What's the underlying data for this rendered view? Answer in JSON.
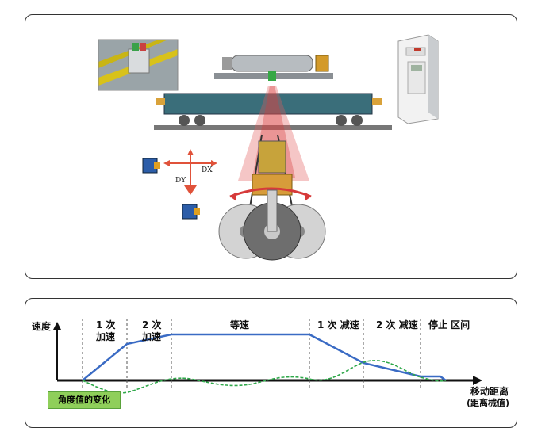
{
  "top_diagram": {
    "sensor_label_dy": "DY",
    "sensor_label_dx": "DX"
  },
  "speed_diagram": {
    "y_axis_label": "速度",
    "x_axis_label_line1": "移动距离",
    "x_axis_label_line2": "(距离械值)",
    "angle_change_label": "角度值的变化",
    "phases": [
      {
        "line1": "1 次",
        "line2": "加速"
      },
      {
        "line1": "2 次",
        "line2": "加速"
      },
      {
        "line1": "等速",
        "line2": ""
      },
      {
        "line1": "1 次 减速",
        "line2": ""
      },
      {
        "line1": "2 次 减速",
        "line2": ""
      },
      {
        "line1": "停止 区间",
        "line2": ""
      }
    ],
    "colors": {
      "speed_line": "#3a6bc4",
      "angle_line": "#2fa84a",
      "tag_bg": "#8fcf5a"
    }
  }
}
